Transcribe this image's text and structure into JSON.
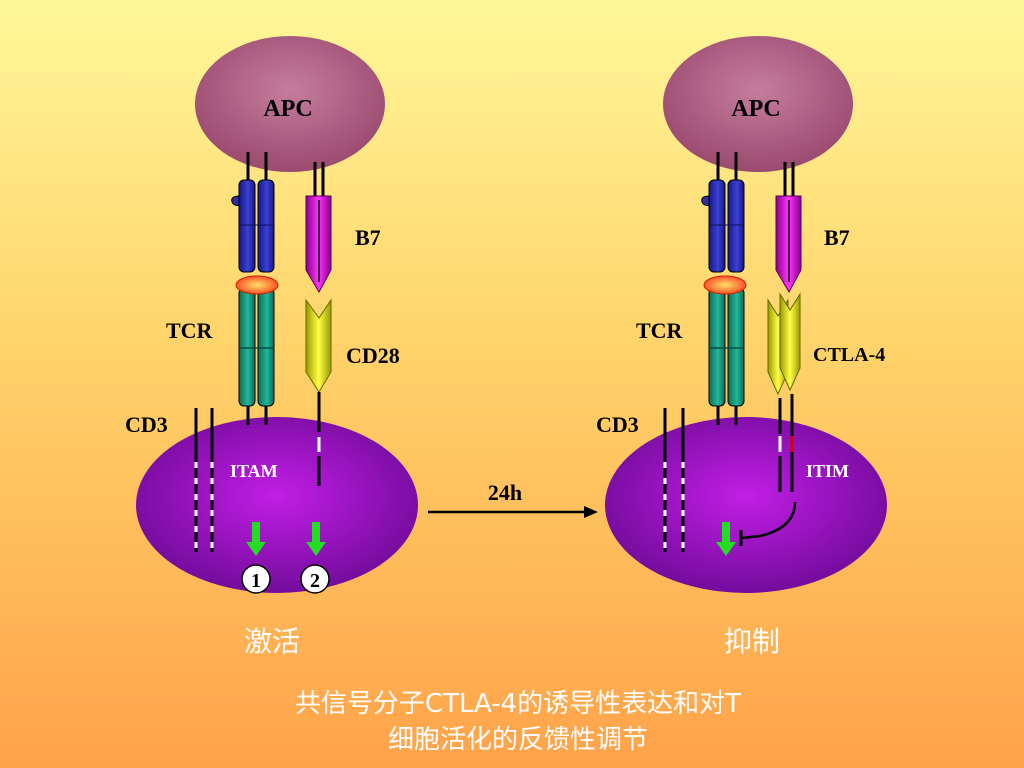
{
  "left_panel": {
    "apc_label": "APC",
    "b7_label": "B7",
    "tcr_label": "TCR",
    "cd28_label": "CD28",
    "cd3_label": "CD3",
    "itam_label": "ITAM",
    "signal_1": "1",
    "signal_2": "2",
    "state_label": "激活"
  },
  "arrow_label": "24h",
  "right_panel": {
    "apc_label": "APC",
    "b7_label": "B7",
    "tcr_label": "TCR",
    "ctla4_label": "CTLA-4",
    "cd3_label": "CD3",
    "itim_label": "ITIM",
    "state_label": "抑制"
  },
  "caption": {
    "line1": "共信号分子CTLA-4的诱导性表达和对T",
    "line2": "细胞活化的反馈性调节"
  },
  "colors": {
    "apc_fill": "#a8557a",
    "tcell_fill": "#8e13b8",
    "tcr_alpha": "#2a2fa6",
    "tcr_const": "#1a9a82",
    "b7": "#d000d0",
    "cd28": "#e0e000",
    "activation_arrow": "#22dd22"
  }
}
